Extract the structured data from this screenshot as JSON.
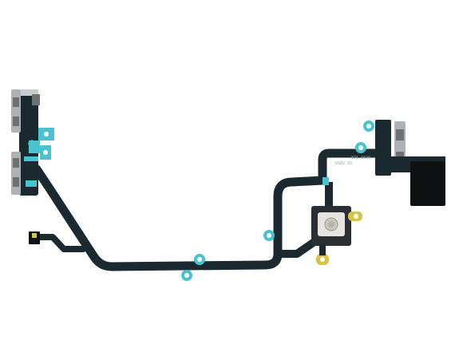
{
  "image": {
    "subject": "flex cable assembly",
    "background_color": "#ffffff"
  },
  "palette": {
    "flex_cable": "#1b2a31",
    "flex_cable_edge": "#0c1418",
    "mount_tab_blue": "#49c3cf",
    "mount_tab_gold": "#d9c24a",
    "metal_switch": "#aeb2b4",
    "metal_switch_dark": "#6e7275",
    "flash_module": "#e5e4df",
    "board_connector": "#0f1113"
  },
  "silkscreen": {
    "text_1": "GS02 SS",
    "text_2": "821-1620"
  }
}
